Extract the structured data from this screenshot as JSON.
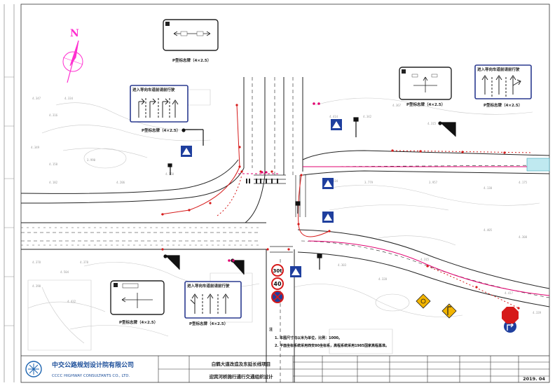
{
  "north_label": "N",
  "panel_captions": {
    "top_center": "P型标志牌（4×2.5）",
    "right_1": "P型标志牌（4×2.5）",
    "right_2": "P型标志牌（4×2.5）",
    "left_mid": "P型标志牌（4×2.5）",
    "bottom_left_1": "P型标志牌（4×2.5）",
    "bottom_left_2": "P型标志牌（4×2.5）"
  },
  "panel_headings": {
    "lane_guide": "进入导向车道前请前行驶"
  },
  "signs": {
    "speed_30": "30t",
    "speed_40": "40"
  },
  "notes": {
    "heading": "注",
    "items": [
      "1. 本图尺寸均以米为单位，比例：1000。",
      "2. 平面坐标系统采用西安80坐标系，高程系统采用1985国家高程基准。"
    ]
  },
  "title_block": {
    "company_cn": "中交公路规划设计院有限公司",
    "company_en": "CCCC HIGHWAY CONSULTANTS CO., LTD.",
    "project": "白鹤大道改造及东延长线项目",
    "drawing": "迎宾河桥施行通行交通组织设计",
    "date": "2019. 04"
  },
  "colors": {
    "road_line": "#222222",
    "route": "#e0006f",
    "marker": "#d61a1a",
    "sign_blue": "#1f3f9e",
    "panel_border": "#2a3a8f",
    "compass": "#ff2fd0"
  }
}
